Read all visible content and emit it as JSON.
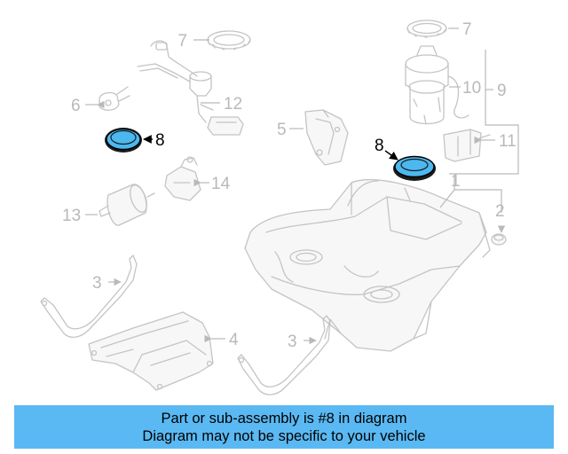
{
  "diagram": {
    "callouts": {
      "c1": "1",
      "c2": "2",
      "c3a": "3",
      "c3b": "3",
      "c4": "4",
      "c5": "5",
      "c6": "6",
      "c7a": "7",
      "c7b": "7",
      "c8a": "8",
      "c8b": "8",
      "c9": "9",
      "c10": "10",
      "c11": "11",
      "c12": "12",
      "c13": "13",
      "c14": "14"
    },
    "highlight_color": "#4cb8f0",
    "highlighted_part": "8"
  },
  "banner": {
    "line1": "Part or sub-assembly is #8 in diagram",
    "line2": "Diagram may not be specific to your vehicle",
    "background": "#5ab9f3"
  }
}
